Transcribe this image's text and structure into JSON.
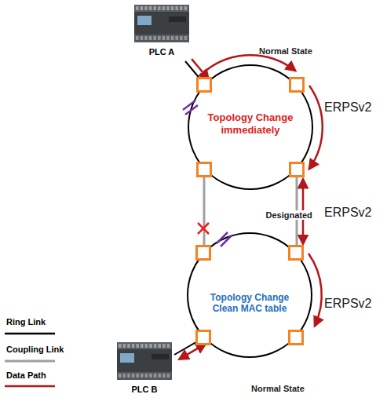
{
  "diagram": {
    "nodes": [
      {
        "text": [
          "PLC A"
        ]
      },
      {
        "text": [
          "Topology Change immediately"
        ]
      },
      {
        "text": [
          "Topology Change Clean MAC table"
        ]
      },
      {
        "text": [
          "PLC B"
        ]
      }
    ],
    "edges": [
      {
        "from": 0,
        "to": 1,
        "arrow": "to"
      },
      {
        "from": 1,
        "to": 2,
        "label": "Designated",
        "arrow": "both"
      },
      {
        "from": 1,
        "to": 2,
        "arrow": "none"
      },
      {
        "from": 3,
        "to": 2,
        "arrow": "both"
      }
    ],
    "labels": [
      "Normal State",
      "ERPSv2",
      "ERPSv2",
      "ERPSv2",
      "Normal State"
    ],
    "legend": [
      {
        "text": "Ring Link"
      },
      {
        "text": "Coupling Link"
      },
      {
        "text": "Data Path"
      }
    ]
  }
}
